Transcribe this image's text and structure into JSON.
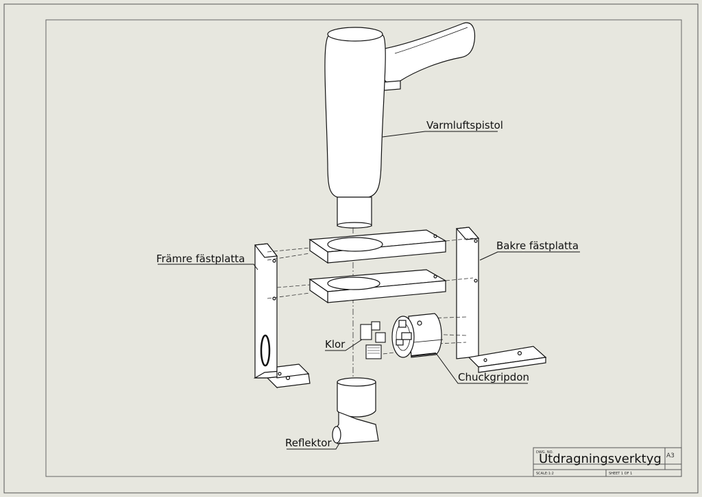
{
  "labels": {
    "heat_gun": "Varmluftspistol",
    "front_plate": "Främre fästplatta",
    "back_plate": "Bakre fästplatta",
    "jaws": "Klor",
    "chuck": "Chuckgripdon",
    "reflector": "Reflektor"
  },
  "title_block": {
    "dwg_label": "DWG. NO.",
    "title": "Utdragningsverktyg",
    "size": "A3",
    "scale": "SCALE:1:2",
    "sheet": "SHEET 1 OF 1"
  },
  "colors": {
    "background": "#e7e7df",
    "line": "#111111",
    "part_fill": "#ffffff"
  }
}
